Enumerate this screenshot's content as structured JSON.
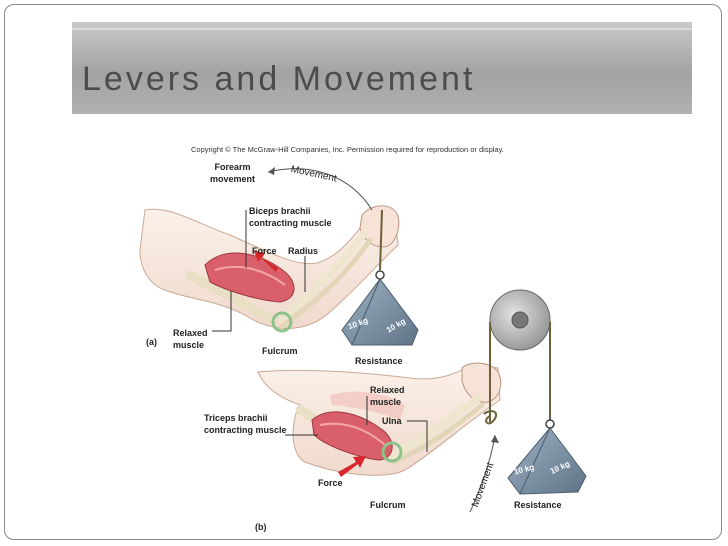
{
  "slide": {
    "title": "Levers and Movement",
    "copyright": "Copyright © The McGraw-Hill Companies, Inc. Permission required for reproduction or display."
  },
  "panel_a": {
    "tag": "(a)",
    "forearm_movement": "Forearm\nmovement",
    "movement_arrow": "Movement",
    "biceps": "Biceps brachii\ncontracting muscle",
    "force": "Force",
    "radius": "Radius",
    "relaxed_muscle": "Relaxed\nmuscle",
    "fulcrum": "Fulcrum",
    "resistance": "Resistance",
    "weight_label": "10 kg"
  },
  "panel_b": {
    "tag": "(b)",
    "relaxed_muscle": "Relaxed\nmuscle",
    "ulna": "Ulna",
    "triceps": "Triceps brachii\ncontracting muscle",
    "force": "Force",
    "fulcrum": "Fulcrum",
    "movement_arrow": "Movement",
    "resistance": "Resistance",
    "weight_label": "10 kg"
  },
  "colors": {
    "title_band": "#b0b0b0",
    "title_text": "#4c4c4c",
    "muscle": "#d9606a",
    "force_arrow": "#d8262b",
    "bone": "#efe6cf",
    "weight": "#7a8ea3",
    "fulcrum_ring": "#8dc28a"
  }
}
